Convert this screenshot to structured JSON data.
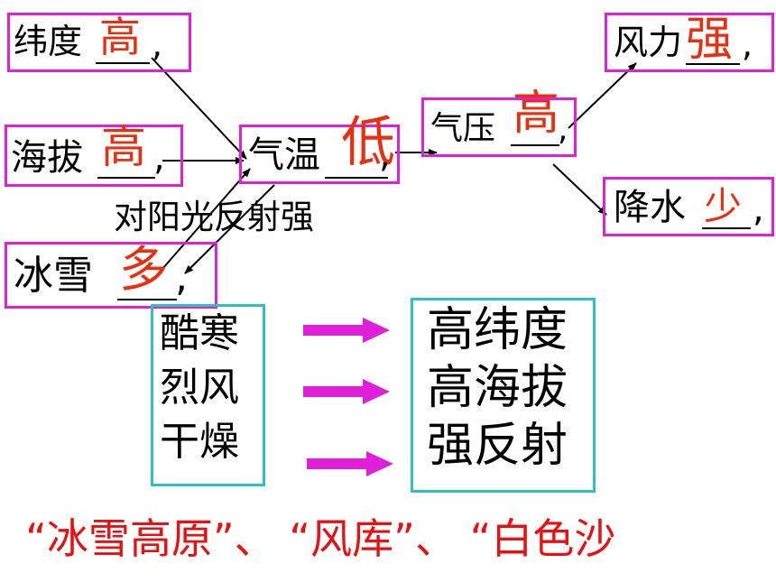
{
  "nodes": {
    "latitude": {
      "text": "纬度",
      "value": "高",
      "comma": ","
    },
    "altitude": {
      "text": "海拔",
      "value": "高",
      "comma": ","
    },
    "snow": {
      "text": "冰雪",
      "value": "多",
      "comma": ","
    },
    "temperature": {
      "text": "气温",
      "value": "低",
      "comma": ","
    },
    "pressure": {
      "text": "气压",
      "value": "高",
      "comma": ","
    },
    "wind": {
      "text": "风力",
      "value": "强",
      "comma": ","
    },
    "precip": {
      "text": "降水",
      "value": "少",
      "comma": ","
    }
  },
  "reflect_note": "对阳光反射强",
  "climate": [
    "酷寒",
    "烈风",
    "干燥"
  ],
  "causes": [
    "高纬度",
    "高海拔",
    "强反射"
  ],
  "footer": "“冰雪高原”、 “风库”、 “白色沙",
  "colors": {
    "box": "#e020d8",
    "teal_box": "#2fc0c0",
    "value_red": "#e83010",
    "arrow_magenta": "#e020d8",
    "footer": "#e81010"
  }
}
